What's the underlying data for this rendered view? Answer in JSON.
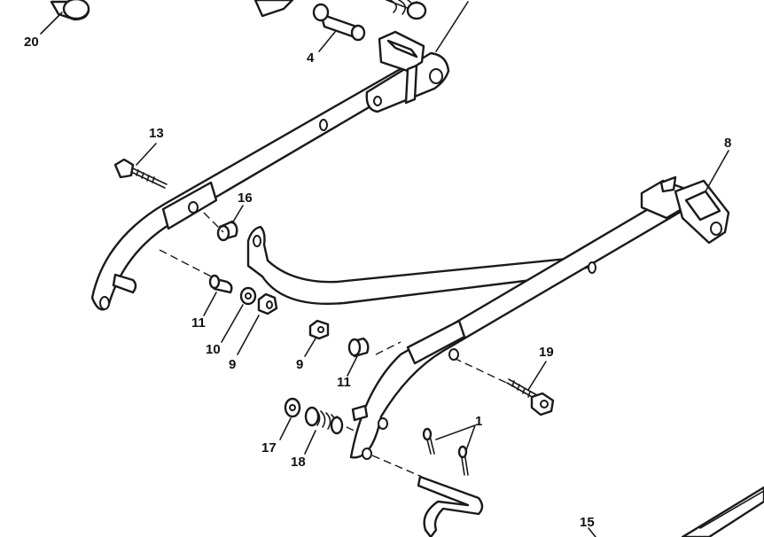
{
  "callouts": {
    "c20": "20",
    "c4": "4",
    "c13": "13",
    "c16": "16",
    "c8": "8",
    "c11a": "11",
    "c10": "10",
    "c9a": "9",
    "c9b": "9",
    "c11b": "11",
    "c19": "19",
    "c1": "1",
    "c17": "17",
    "c18": "18",
    "c15": "15"
  },
  "colors": {
    "ink": "#1a1a1a",
    "paper": "#ffffff"
  }
}
